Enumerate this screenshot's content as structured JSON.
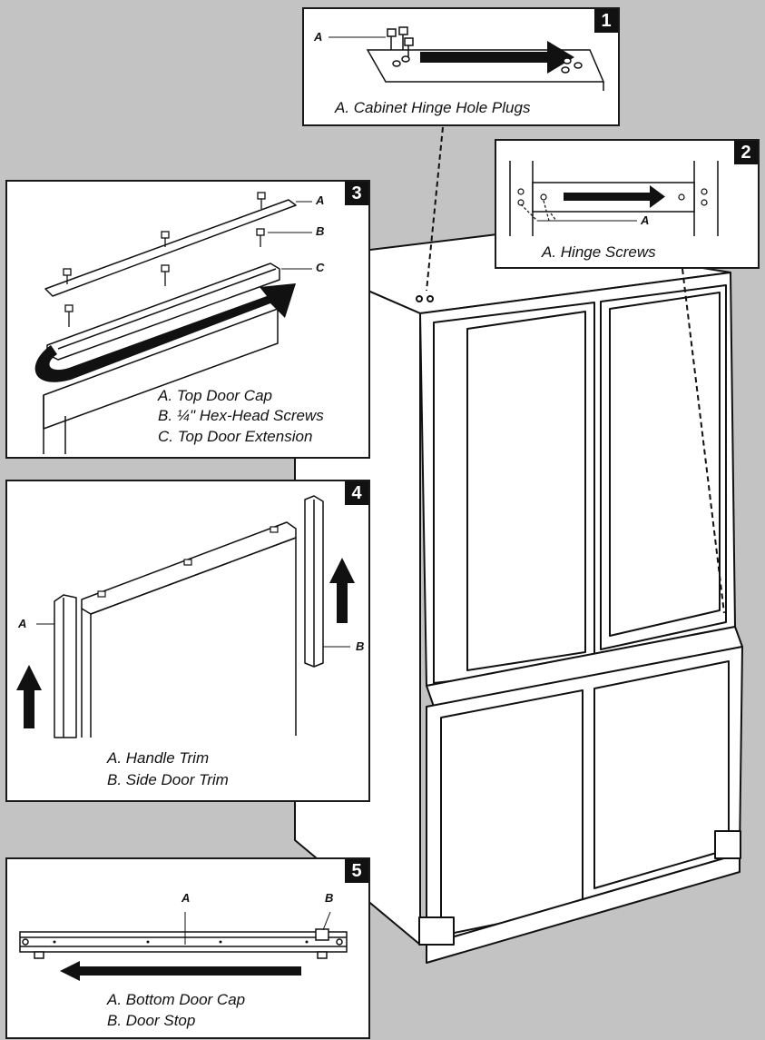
{
  "colors": {
    "background": "#c3c3c3",
    "panel": "#ffffff",
    "ink": "#111111",
    "badge": "#111111"
  },
  "panels": {
    "step1": {
      "number": "1",
      "marker": "A",
      "caption": "A. Cabinet Hinge Hole Plugs"
    },
    "step2": {
      "number": "2",
      "marker": "A",
      "caption": "A. Hinge Screws"
    },
    "step3": {
      "number": "3",
      "markers": {
        "a": "A",
        "b": "B",
        "c": "C"
      },
      "captions": [
        "A. Top Door Cap",
        "B. ¼\" Hex-Head Screws",
        "C. Top Door Extension"
      ]
    },
    "step4": {
      "number": "4",
      "markers": {
        "a": "A",
        "b": "B"
      },
      "captions": [
        "A. Handle Trim",
        "B. Side Door Trim"
      ]
    },
    "step5": {
      "number": "5",
      "markers": {
        "a": "A",
        "b": "B"
      },
      "captions": [
        "A. Bottom Door Cap",
        "B. Door Stop"
      ]
    }
  }
}
